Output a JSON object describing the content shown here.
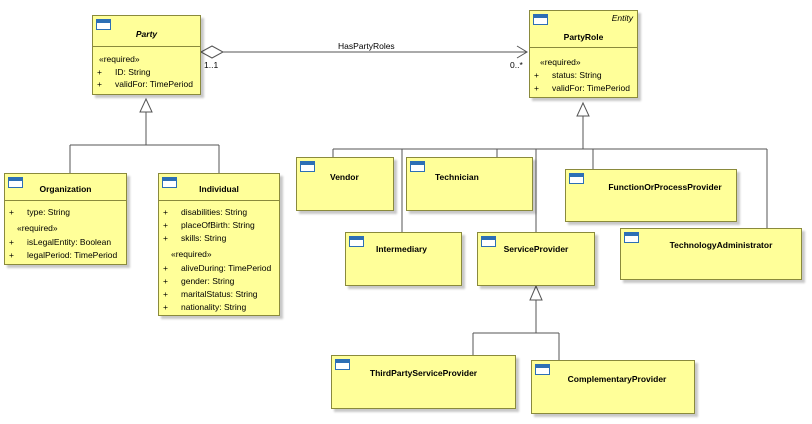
{
  "classes": {
    "party": {
      "name": "Party",
      "stereotype_group": "«required»",
      "attributes": [
        {
          "vis": "+",
          "text": "ID: String"
        },
        {
          "vis": "+",
          "text": "validFor: TimePeriod"
        }
      ]
    },
    "party_role": {
      "stereotype": "Entity",
      "name": "PartyRole",
      "stereotype_group": "«required»",
      "attributes": [
        {
          "vis": "+",
          "text": "status: String"
        },
        {
          "vis": "+",
          "text": "validFor: TimePeriod"
        }
      ]
    },
    "organization": {
      "name": "Organization",
      "attributes": [
        {
          "vis": "+",
          "text": "type: String"
        }
      ],
      "stereotype_group": "«required»",
      "required_attributes": [
        {
          "vis": "+",
          "text": "isLegalEntity: Boolean"
        },
        {
          "vis": "+",
          "text": "legalPeriod: TimePeriod"
        }
      ]
    },
    "individual": {
      "name": "Individual",
      "attributes": [
        {
          "vis": "+",
          "text": "disabilities: String"
        },
        {
          "vis": "+",
          "text": "placeOfBirth: String"
        },
        {
          "vis": "+",
          "text": "skills: String"
        }
      ],
      "stereotype_group": "«required»",
      "required_attributes": [
        {
          "vis": "+",
          "text": "aliveDuring: TimePeriod"
        },
        {
          "vis": "+",
          "text": "gender: String"
        },
        {
          "vis": "+",
          "text": "maritalStatus: String"
        },
        {
          "vis": "+",
          "text": "nationality: String"
        }
      ]
    },
    "vendor": {
      "name": "Vendor"
    },
    "technician": {
      "name": "Technician"
    },
    "function_provider": {
      "name": "FunctionOrProcessProvider"
    },
    "intermediary": {
      "name": "Intermediary"
    },
    "service_provider": {
      "name": "ServiceProvider"
    },
    "tech_admin": {
      "name": "TechnologyAdministrator"
    },
    "third_party": {
      "name": "ThirdPartyServiceProvider"
    },
    "complementary": {
      "name": "ComplementaryProvider"
    }
  },
  "association": {
    "name": "HasPartyRoles",
    "source_multiplicity": "1..1",
    "target_multiplicity": "0..*"
  },
  "colors": {
    "class_fill": "#ffff99",
    "class_border": "#8a8a3c",
    "icon_blue": "#2d6fb5",
    "line": "#555555"
  }
}
